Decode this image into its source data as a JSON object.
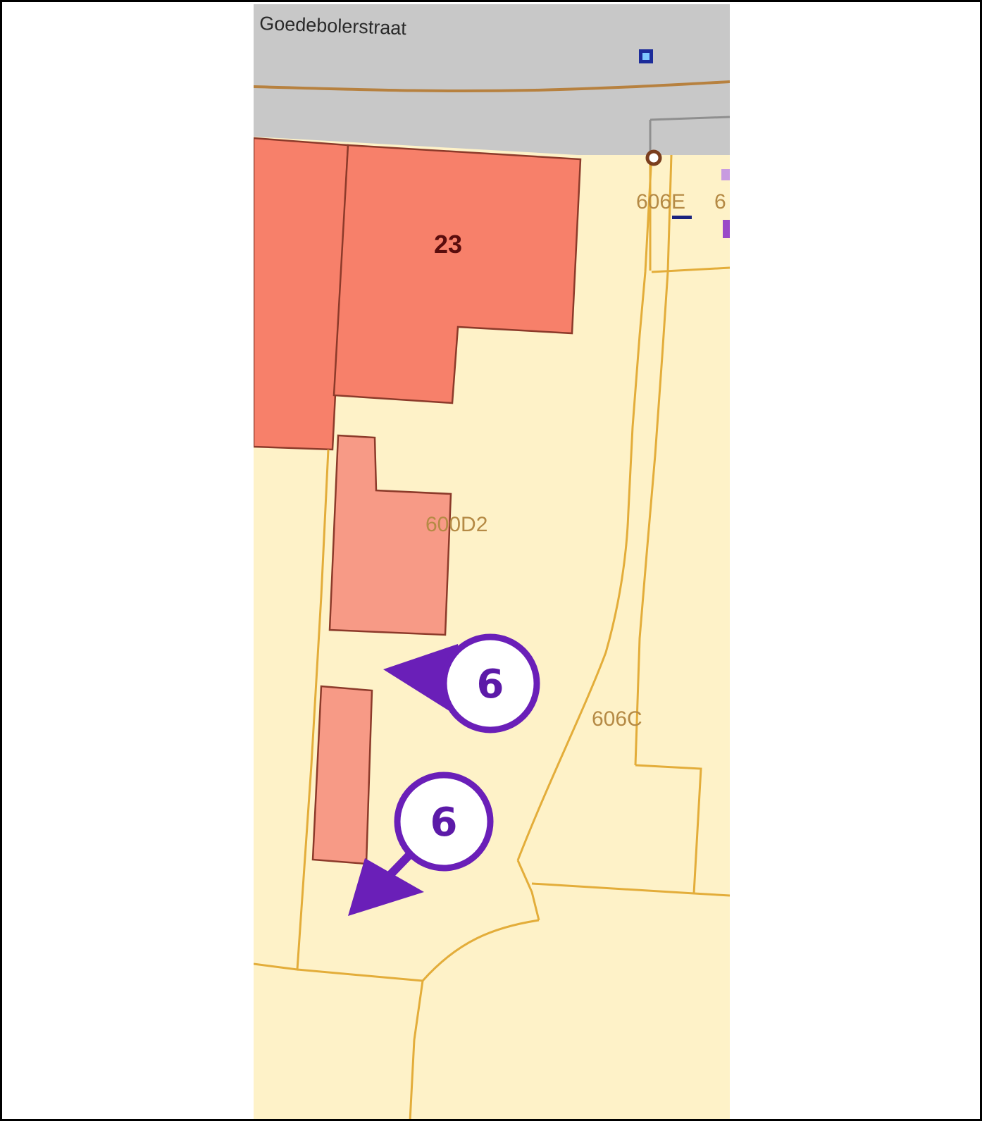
{
  "map": {
    "street_name": "Goedebolerstraat",
    "house_number": "23",
    "parcels": {
      "p606e": "606E",
      "p606e_neighbor": "6",
      "p600d2": "600D2",
      "p606c": "606C"
    },
    "markers": [
      {
        "label": "6"
      },
      {
        "label": "6"
      }
    ],
    "colors": {
      "road": "#c8c8c8",
      "land": "#fef2c8",
      "parcel_border": "#e3ad3a",
      "building_main": "#f7806a",
      "building_light": "#f79a86",
      "building_border": "#8c3a2a",
      "marker": "#6a1fb8"
    }
  }
}
